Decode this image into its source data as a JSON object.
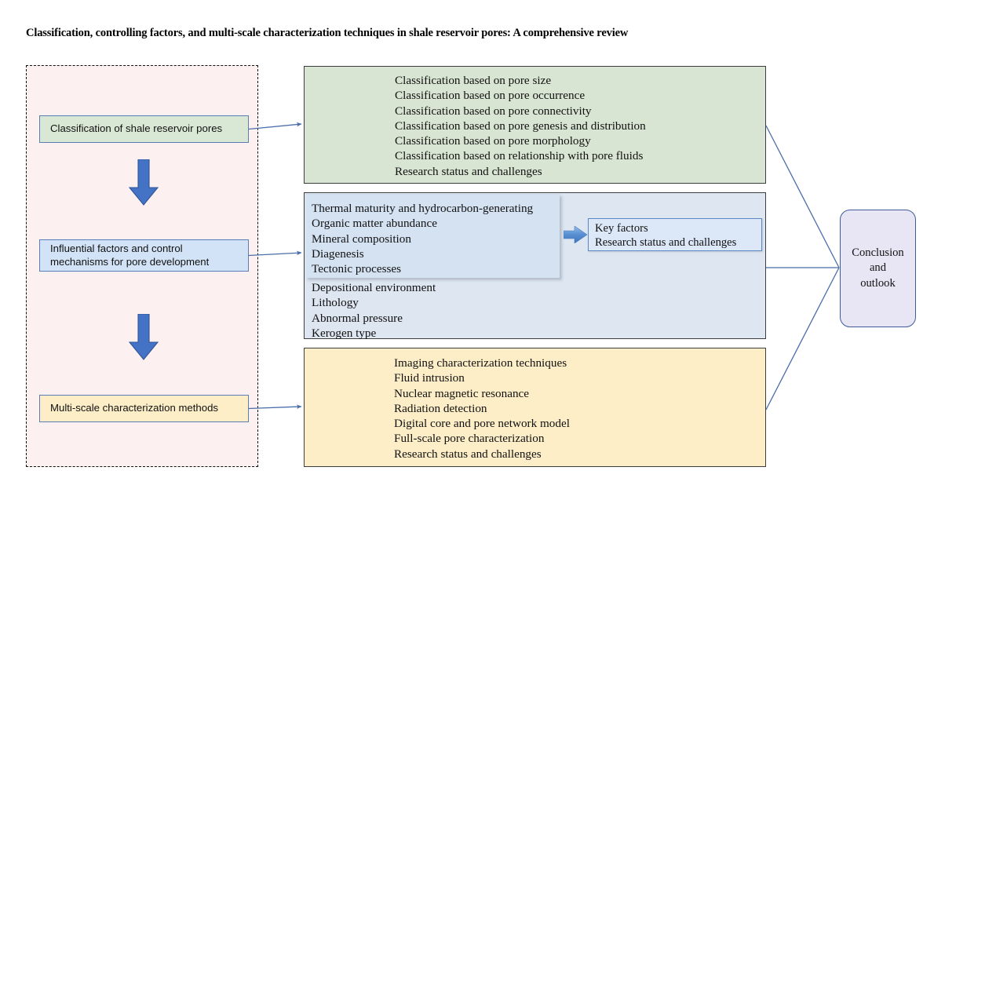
{
  "title": "Classification, controlling factors, and multi-scale characterization techniques in shale reservoir pores: A comprehensive review",
  "colors": {
    "green_panel": "#d9e5d3",
    "blue_panel": "#dde6f1",
    "yellow_panel": "#fdeec8",
    "pink_group": "#fdf0f0",
    "conclusion": "#e8e6f4",
    "connector_line": "#4a6ea9",
    "flow_arrow": "#4472c4"
  },
  "left_group": {
    "name": "review-workflow-stages",
    "stages": [
      {
        "id": "stage-classification",
        "label": "Classification of shale reservoir pores"
      },
      {
        "id": "stage-influential-factors",
        "label": "Influential factors and control mechanisms for pore development"
      },
      {
        "id": "stage-characterization",
        "label": "Multi-scale characterization methods"
      }
    ],
    "flow_arrows": [
      {
        "name": "down-arrow-icon-1"
      },
      {
        "name": "down-arrow-icon-2"
      }
    ]
  },
  "panels": {
    "classification": {
      "name": "panel-classification",
      "items": [
        "Classification based on pore size",
        "Classification based on pore occurrence",
        "Classification based on pore connectivity",
        "Classification based on pore genesis and distribution",
        "Classification based on pore morphology",
        "Classification based on relationship with pore fluids",
        "Research status and challenges"
      ]
    },
    "factors": {
      "name": "panel-influential-factors",
      "key_drivers": [
        "Thermal maturity and hydrocarbon-generating",
        "Organic matter abundance",
        "Mineral composition",
        "Diagenesis",
        "Tectonic processes"
      ],
      "secondary_factors": [
        "Depositional environment",
        "Lithology",
        "Abnormal pressure",
        "Kerogen type"
      ],
      "key_factors_box": {
        "name": "key-factors-callout",
        "items": [
          "Key factors",
          "Research status and challenges"
        ]
      }
    },
    "methods": {
      "name": "panel-characterization-methods",
      "items": [
        "Imaging characterization techniques",
        "Fluid intrusion",
        "Nuclear magnetic resonance",
        "Radiation detection",
        "Digital core and pore network model",
        "Full-scale pore characterization",
        "Research status and challenges"
      ]
    }
  },
  "conclusion": {
    "name": "conclusion-node",
    "label": "Conclusion\nand\noutlook"
  }
}
